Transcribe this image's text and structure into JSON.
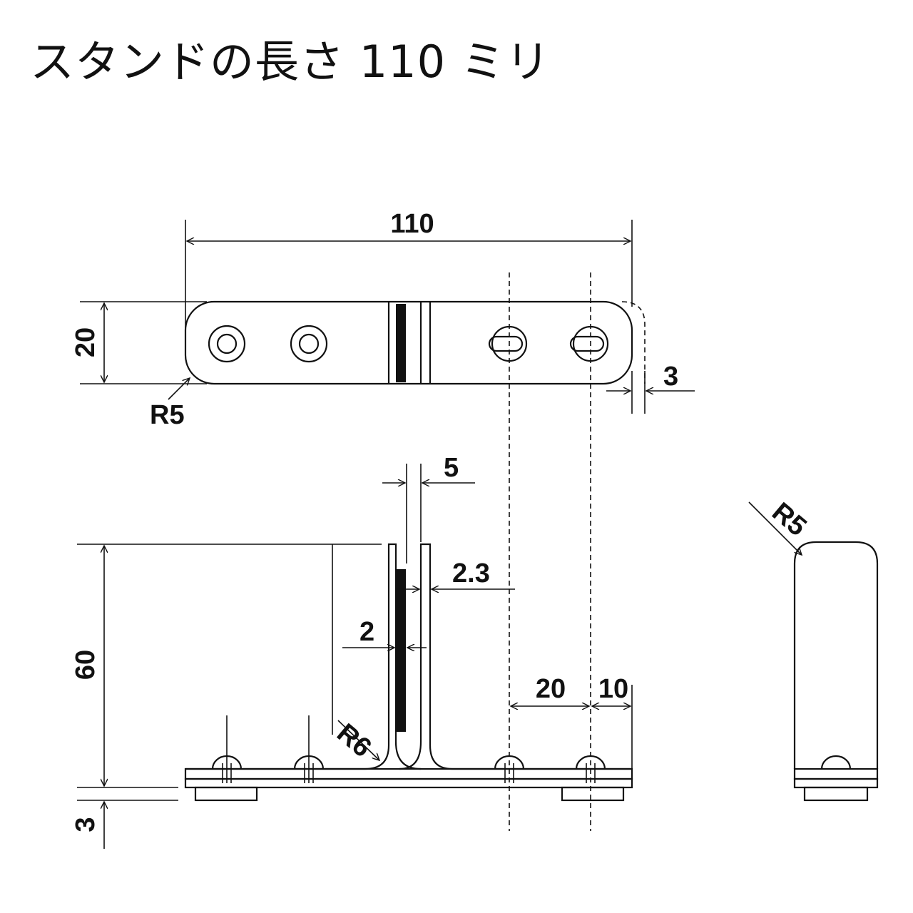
{
  "title": "スタンドの長さ 110 ミリ",
  "dimensions": {
    "top_length": "110",
    "top_height": "20",
    "top_radius": "R5",
    "top_offset": "3",
    "side_gap": "5",
    "side_thickness_a": "2.3",
    "side_thickness_b": "2",
    "side_radius": "R6",
    "side_height": "60",
    "side_base": "3",
    "hole_spacing": "20",
    "edge_distance": "10",
    "end_radius": "R5"
  }
}
